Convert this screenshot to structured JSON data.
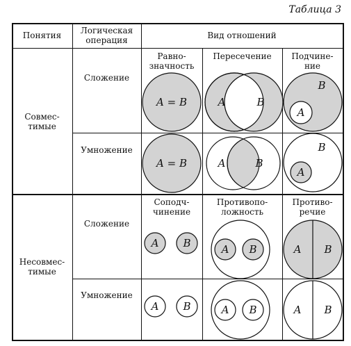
{
  "caption": "Таблица 3",
  "headers": {
    "concepts": "Понятия",
    "operation_line1": "Логическая",
    "operation_line2": "операция",
    "relations": "Вид отношений"
  },
  "groups": [
    {
      "line1": "Совмес-",
      "line2": "тимые"
    },
    {
      "line1": "Несовмес-",
      "line2": "тимые"
    }
  ],
  "operations": [
    "Сложение",
    "Умножение",
    "Сложение",
    "Умножение"
  ],
  "relations_compatible": [
    {
      "line1": "Равно-",
      "line2": "значность"
    },
    {
      "line1": "Пересечение",
      "line2": ""
    },
    {
      "line1": "Подчине-",
      "line2": "ние"
    }
  ],
  "relations_incompatible": [
    {
      "line1": "Соподч-",
      "line2": "чинение"
    },
    {
      "line1": "Противопо-",
      "line2": "ложность"
    },
    {
      "line1": "Противо-",
      "line2": "речие"
    }
  ],
  "symbols": {
    "a": "A",
    "b": "B",
    "eq": "A = B"
  },
  "colors": {
    "fill": "#d3d3d3",
    "stroke": "#111111"
  }
}
